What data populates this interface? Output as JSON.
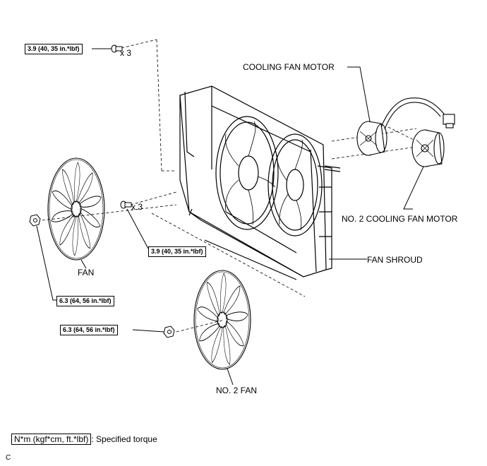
{
  "labels": {
    "cooling_fan_motor": "COOLING FAN MOTOR",
    "no2_cooling_fan_motor": "NO. 2 COOLING FAN MOTOR",
    "fan_shroud": "FAN SHROUD",
    "fan": "FAN",
    "no2_fan": "NO. 2 FAN"
  },
  "torques": {
    "upper_bolts": "3.9 (40, 35 in.*lbf)",
    "lower_bolts": "3.9 (40, 35 in.*lbf)",
    "fan_nut": "6.3 (64, 56 in.*lbf)",
    "no2_fan_nut": "6.3 (64, 56 in.*lbf)"
  },
  "quantities": {
    "upper": "x 3",
    "lower": "x 3"
  },
  "legend": {
    "unit": "N*m (kgf*cm, ft.*lbf)",
    "text": ": Specified torque"
  },
  "figure_code": "C"
}
